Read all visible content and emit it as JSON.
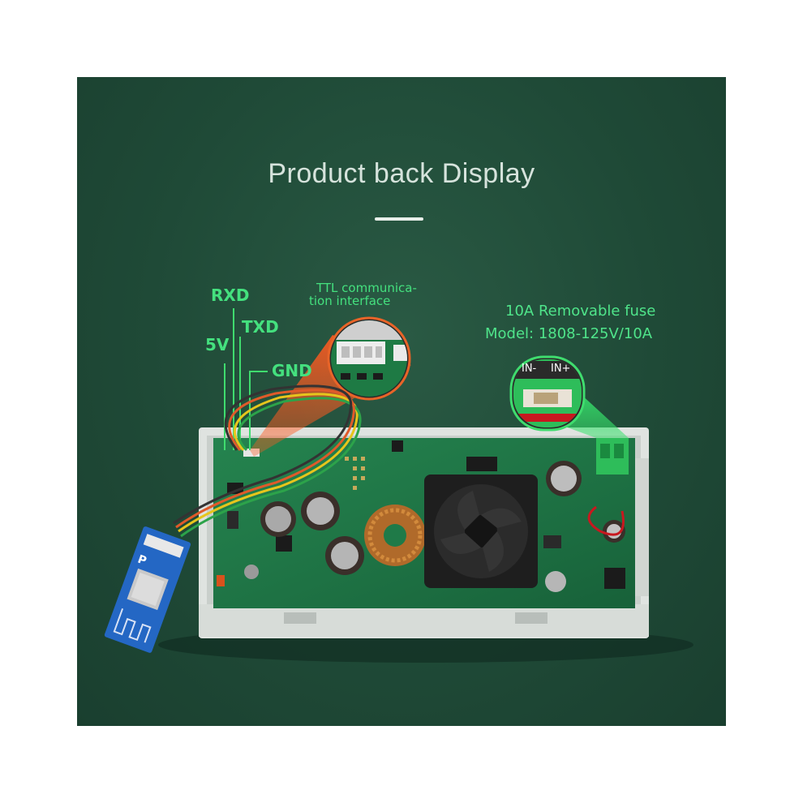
{
  "title": "Product back Display",
  "pins": {
    "rxd": "RXD",
    "txd": "TXD",
    "v5": "5V",
    "gnd": "GND"
  },
  "ttl": {
    "line1": "TTL communica-",
    "line2": "tion interface"
  },
  "fuse": {
    "line1": "10A Removable fuse",
    "line2": "Model: 1808-125V/10A"
  },
  "terminal": {
    "in_minus": "IN-",
    "in_plus": "IN+"
  },
  "colors": {
    "background": "#1f4a37",
    "label": "#44e07e",
    "title": "#d6e3dc"
  }
}
